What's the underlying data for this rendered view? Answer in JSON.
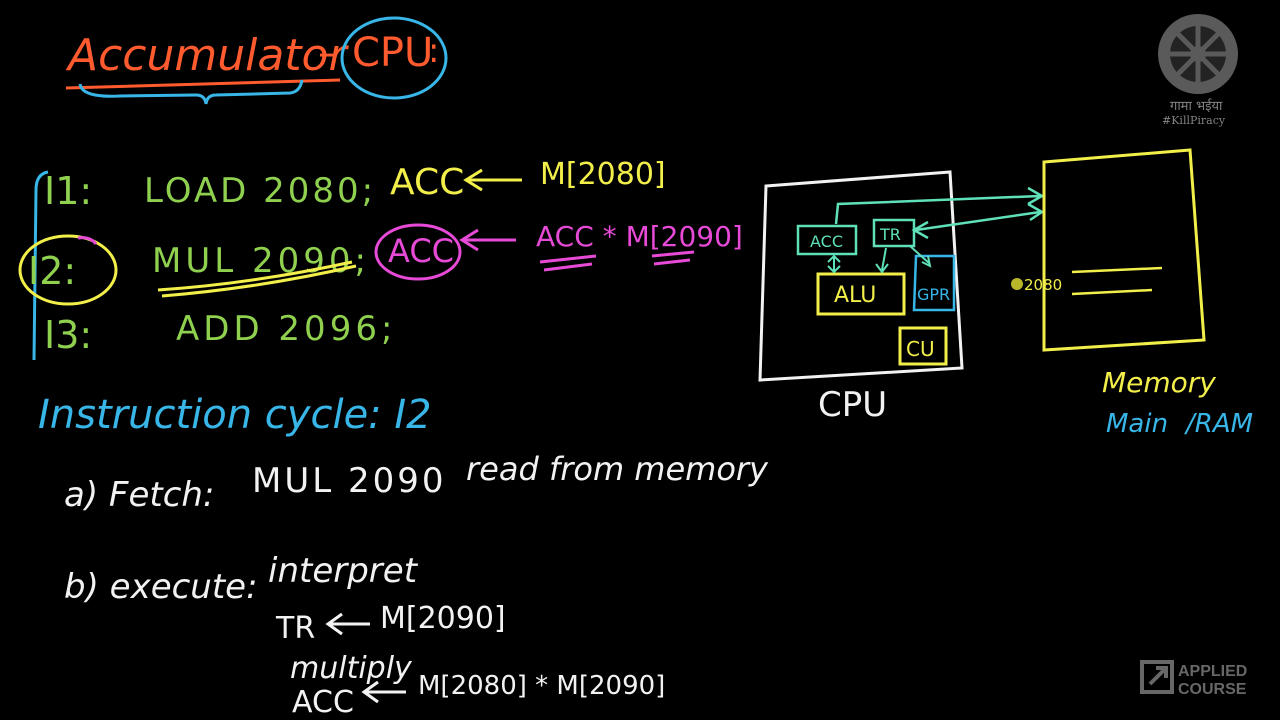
{
  "title": {
    "left": "Accumulator",
    "dash": "–",
    "right": "CPU",
    "colon": ":"
  },
  "program": [
    {
      "label": "I1:",
      "code": "LOAD 2080;",
      "acc": "ACC",
      "rhs": "M[2080]"
    },
    {
      "label": "I2:",
      "code": "MUL 2090;",
      "acc": "ACC",
      "rhs": "ACC * M[2090]"
    },
    {
      "label": "I3:",
      "code": "ADD 2096;"
    }
  ],
  "cycle": {
    "heading": "Instruction cycle: I2",
    "fetch_label": "a) Fetch:",
    "fetch_code": "MUL 2090",
    "fetch_note": "read from memory",
    "execute_label": "b) execute:",
    "interpret": "interpret",
    "tr_line_lhs": "TR",
    "tr_line_rhs": "M[2090]",
    "multiply": "multiply",
    "acc_line_lhs": "ACC",
    "acc_line_rhs": "M[2080] * M[2090]"
  },
  "diagram": {
    "acc": "ACC",
    "tr": "TR",
    "alu": "ALU",
    "gpr": "GPR",
    "cu": "CU",
    "cpu_label": "CPU",
    "mem_address": "2080",
    "memory_label": "Memory",
    "main_label": "Main",
    "ram_label": "/RAM"
  },
  "watermark": {
    "devanagari": "गामा भईया",
    "tag": "#KillPiracy"
  },
  "brand": {
    "line1": "APPLIED",
    "line2": "COURSE"
  },
  "colors": {
    "orange": "#ff5b2e",
    "green": "#8fd14f",
    "yellow": "#f2ee4a",
    "magenta": "#e64ad6",
    "blue": "#38b6e8",
    "white": "#f2f2f2",
    "teal": "#5fe0b8"
  }
}
